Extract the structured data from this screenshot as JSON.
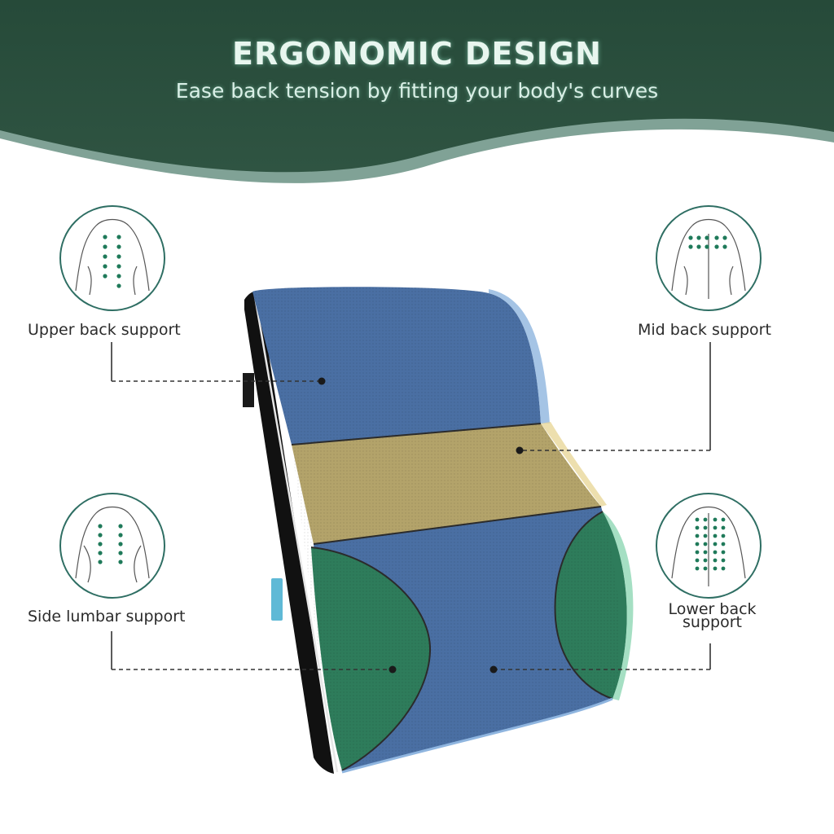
{
  "header": {
    "title": "ERGONOMIC DESIGN",
    "subtitle": "Ease back tension by fitting your body's curves"
  },
  "features": [
    {
      "label": "Upper back support",
      "icon": "upper-back-icon"
    },
    {
      "label": "Mid back support",
      "icon": "mid-back-icon"
    },
    {
      "label": "Side lumbar support",
      "icon": "side-lumbar-icon"
    },
    {
      "label": "Lower back support",
      "icon": "lower-back-icon"
    }
  ],
  "colors": {
    "header_bg": "#2c4f3e",
    "accent_teal": "#2e6e63",
    "cushion_blue": "#4a6fa3",
    "cushion_tan": "#b3a36a",
    "cushion_green": "#2e7c5b",
    "cushion_side": "#111111"
  }
}
